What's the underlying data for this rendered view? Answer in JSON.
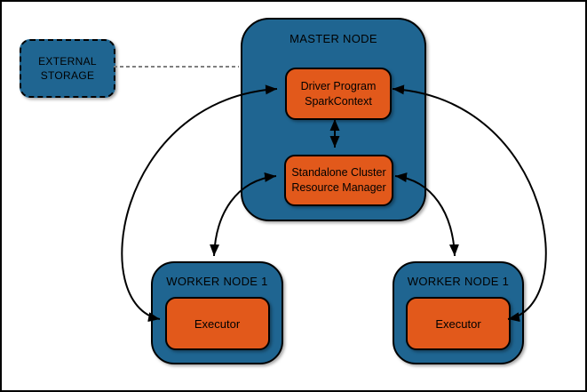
{
  "colors": {
    "canvas_bg": "#ffffff",
    "frame_border": "#000000",
    "node_fill": "#1F6591",
    "node_border": "#000000",
    "box_fill": "#E2591B",
    "box_border": "#000000",
    "text": "#000000",
    "arrow": "#000000",
    "dashed_link": "#7f7f7f"
  },
  "nodes": {
    "external_storage": {
      "label": "EXTERNAL\nSTORAGE"
    },
    "master_node": {
      "title": "MASTER NODE",
      "driver_program": {
        "label": "Driver Program\nSparkContext"
      },
      "resource_manager": {
        "label": "Standalone Cluster\nResource Manager"
      }
    },
    "worker_node_left": {
      "title": "WORKER NODE 1",
      "executor_label": "Executor"
    },
    "worker_node_right": {
      "title": "WORKER NODE 1",
      "executor_label": "Executor"
    }
  },
  "links": [
    {
      "from": "external_storage",
      "to": "master_node",
      "style": "dashed",
      "arrows": "none"
    },
    {
      "from": "driver_program",
      "to": "resource_manager",
      "style": "solid",
      "arrows": "both"
    },
    {
      "from": "driver_program",
      "to": "worker_node_left_executor",
      "style": "solid",
      "arrows": "both"
    },
    {
      "from": "driver_program",
      "to": "worker_node_right_executor",
      "style": "solid",
      "arrows": "both"
    },
    {
      "from": "resource_manager",
      "to": "worker_node_left",
      "style": "solid",
      "arrows": "both"
    },
    {
      "from": "resource_manager",
      "to": "worker_node_right",
      "style": "solid",
      "arrows": "both"
    }
  ]
}
